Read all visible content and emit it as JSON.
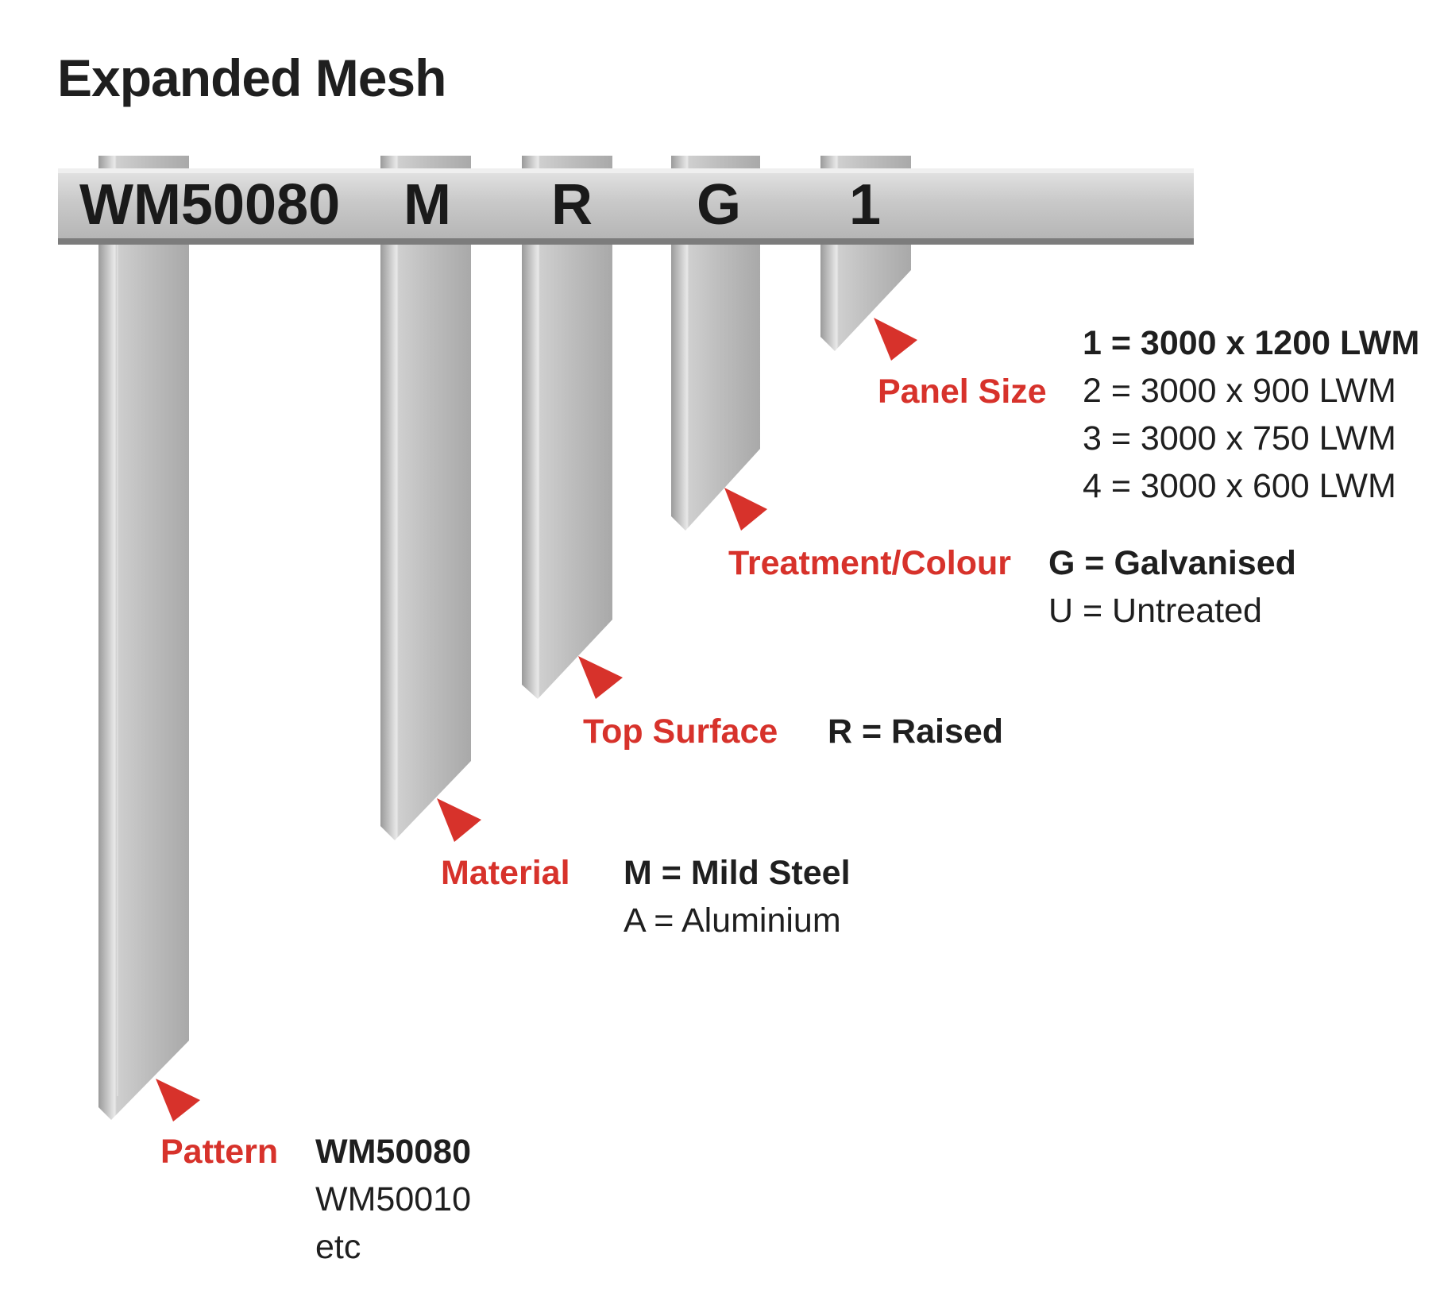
{
  "title": "Expanded Mesh",
  "code": {
    "pattern": "WM50080",
    "material": "M",
    "top_surface": "R",
    "treatment": "G",
    "panel_size": "1"
  },
  "legend": {
    "panel_size": {
      "label": "Panel Size",
      "options": [
        "1 = 3000 x 1200 LWM",
        "2 = 3000 x 900 LWM",
        "3 = 3000 x 750 LWM",
        "4 = 3000 x 600 LWM"
      ]
    },
    "treatment": {
      "label": "Treatment/Colour",
      "options": [
        "G = Galvanised",
        "U = Untreated"
      ]
    },
    "top_surface": {
      "label": "Top Surface",
      "options": [
        "R = Raised"
      ]
    },
    "material": {
      "label": "Material",
      "options": [
        "M = Mild Steel",
        "A = Aluminium"
      ]
    },
    "pattern": {
      "label": "Pattern",
      "options": [
        "WM50080",
        "WM50010",
        "etc"
      ]
    }
  },
  "colors": {
    "accent_red": "#d7322b",
    "text_dark": "#1f1f1f",
    "metal_light": "#e6e6e6",
    "metal_mid": "#bcbcbc",
    "metal_dark": "#8e8e8e"
  }
}
